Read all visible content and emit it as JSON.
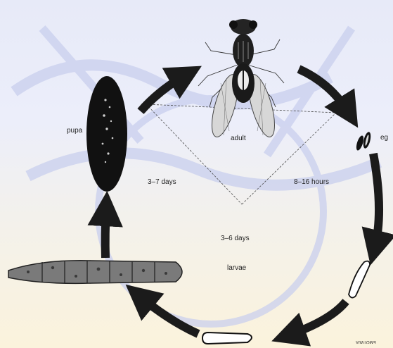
{
  "stages": {
    "adult": "adult",
    "egg": "eg",
    "larvae": "larvae",
    "pupa": "pupa"
  },
  "durations": {
    "pupa_to_adult": "3–7 days",
    "egg_to_larvae": "8–16 hours",
    "larvae_to_pupa": "3–6 days"
  },
  "credit": "EMOTW/A",
  "colors": {
    "arrow": "#1b1b1b",
    "background_top": "#e7eaf8",
    "background_bottom": "#fbf3dc",
    "watermark": "#c9cfee"
  }
}
